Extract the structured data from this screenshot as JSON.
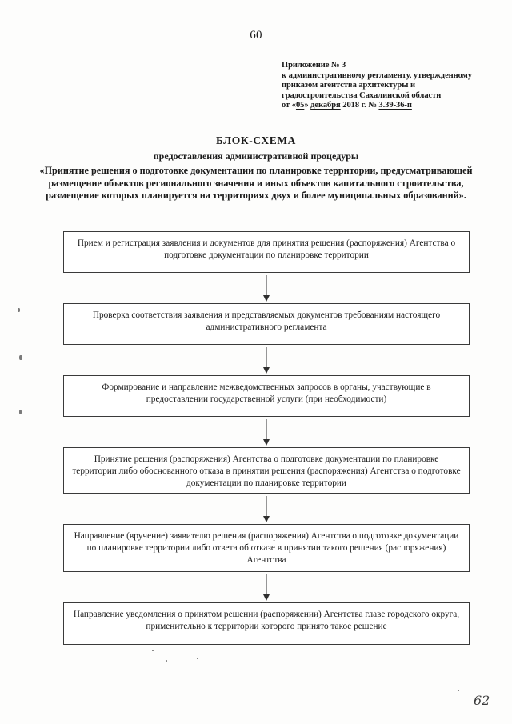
{
  "page": {
    "number": "60",
    "hand_note": "62"
  },
  "appendix": {
    "line1": "Приложение № 3",
    "line2": "к административному регламенту, утвержденному",
    "line3": "приказом агентства архитектуры и",
    "line4": "градостроительства Сахалинской области",
    "date_prefix": "от «",
    "date_day": "05",
    "date_mid": "»",
    "date_month": "декабря",
    "date_year": "2018 г. №",
    "date_number": "3.39-36-п"
  },
  "title": {
    "main": "БЛОК-СХЕМА",
    "sub": "предоставления административной процедуры",
    "quote": "«Принятие решения о подготовке документации по планировке территории, предусматривающей размещение объектов регионального значения и иных объектов капитального строительства, размещение которых планируется на территориях двух и более муниципальных образований»."
  },
  "flow": {
    "nodes": [
      {
        "id": "node-intake",
        "text": "Прием и регистрация заявления и документов для принятия решения (распоряжения) Агентства о подготовке документации по планировке территории",
        "height": 52
      },
      {
        "id": "node-verification",
        "text": "Проверка соответствия заявления и представляемых документов требованиям настоящего административного регламента",
        "height": 52
      },
      {
        "id": "node-interagency-requests",
        "text": "Формирование и направление межведомственных запросов в органы, участвующие в предоставлении государственной услуги (при необходимости)",
        "height": 52
      },
      {
        "id": "node-decision",
        "text": "Принятие решения (распоряжения) Агентства о подготовке документации по планировке территории либо обоснованного отказа в принятии решения (распоряжения) Агентства о подготовке документации по планировке территории",
        "height": 58
      },
      {
        "id": "node-delivery",
        "text": "Направление (вручение) заявителю решения (распоряжения) Агентства о подготовке документации по планировке территории либо ответа об отказе в принятии такого решения (распоряжения) Агентства",
        "height": 60
      },
      {
        "id": "node-notification",
        "text": "Направление уведомления о принятом решении (распоряжении) Агентства главе городского округа, применительно к территории которого принято такое решение",
        "height": 53
      }
    ]
  }
}
